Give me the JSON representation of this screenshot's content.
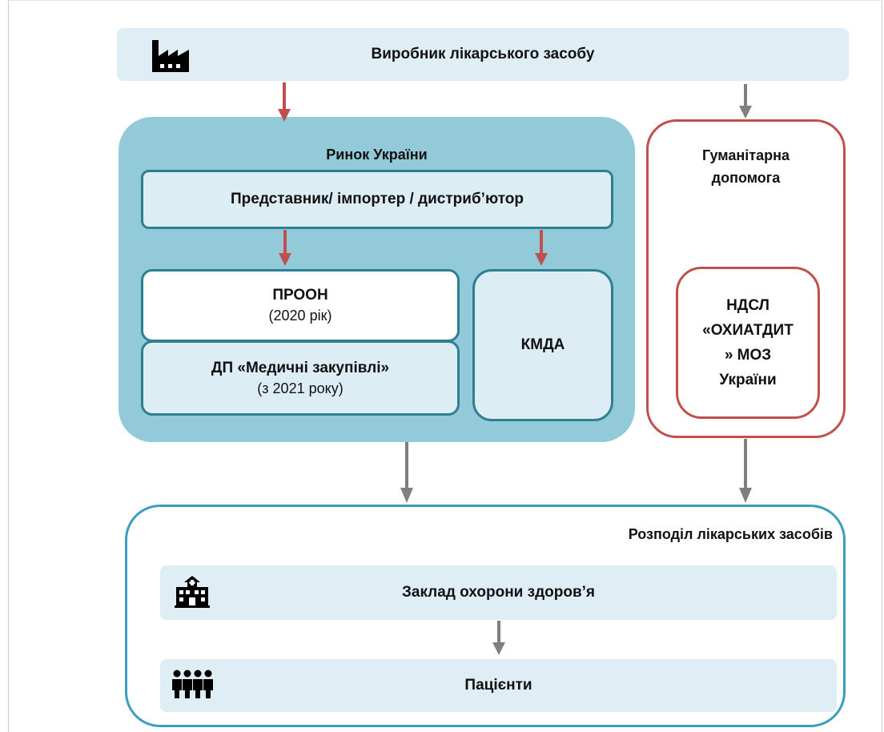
{
  "manufacturer": {
    "label": "Виробник лікарського засобу",
    "icon": "factory-icon"
  },
  "market": {
    "title": "Ринок України",
    "importer": "Представник/ імпортер / дистриб’ютор",
    "proon": {
      "title": "ПРООН",
      "sub": "(2020 рік)"
    },
    "dp": {
      "title": "ДП «Медичні закупівлі»",
      "sub": "(з 2021 року)"
    },
    "kmda": "КМДА"
  },
  "humanitarian": {
    "title_line1": "Гуманітарна",
    "title_line2": "допомога",
    "ndsl_lines": [
      "НДСЛ",
      "«ОХИАТДИТ",
      "» МОЗ",
      "України"
    ]
  },
  "distribution": {
    "title": "Розподіл лікарських засобів",
    "facility": {
      "label": "Заклад охорони здоров’я",
      "icon": "hospital-icon"
    },
    "patients": {
      "label": "Пацієнти",
      "icon": "people-icon"
    }
  },
  "colors": {
    "red_arrow": "#c0504d",
    "gray_arrow": "#7f7f7f",
    "market_bg": "#93cad9",
    "box_border": "#2f7f92",
    "light_bg": "#deeef4",
    "distribution_border": "#3a9fbf"
  }
}
